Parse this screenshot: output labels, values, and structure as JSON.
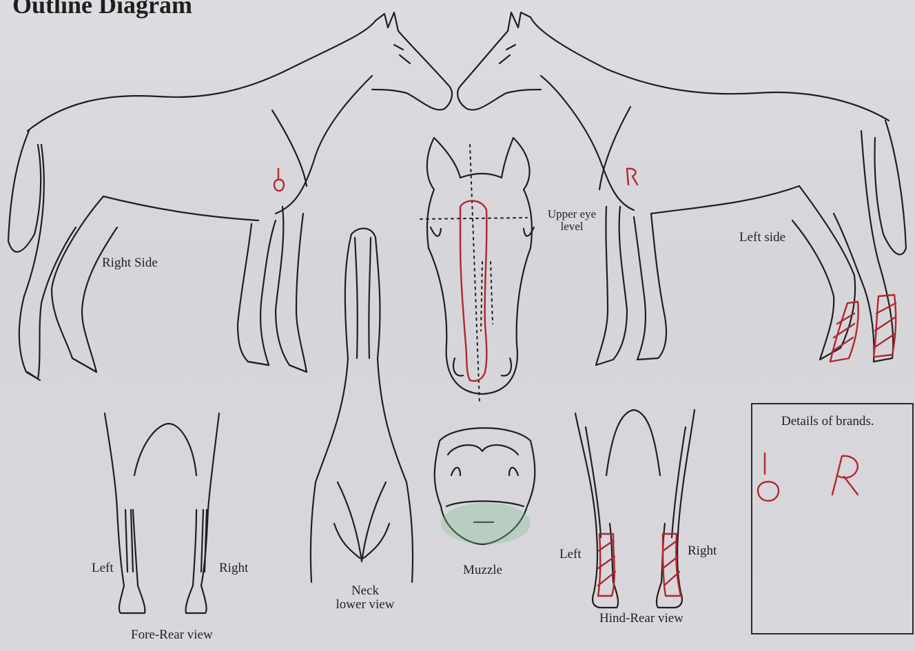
{
  "page": {
    "title": "Outline Diagram"
  },
  "labels": {
    "right_side": "Right Side",
    "left_side": "Left side",
    "upper_eye_level_1": "Upper eye",
    "upper_eye_level_2": "level",
    "neck_1": "Neck",
    "neck_2": "lower view",
    "muzzle": "Muzzle",
    "fore_left": "Left",
    "fore_right": "Right",
    "fore_rear_view": "Fore-Rear view",
    "hind_left": "Left",
    "hind_right": "Right",
    "hind_rear_view": "Hind-Rear view",
    "details_of_brands": "Details of brands."
  },
  "colors": {
    "outline": "#1f1f1f",
    "markings": "#b3262e",
    "muzzle_stain": "#7fbf8f"
  }
}
